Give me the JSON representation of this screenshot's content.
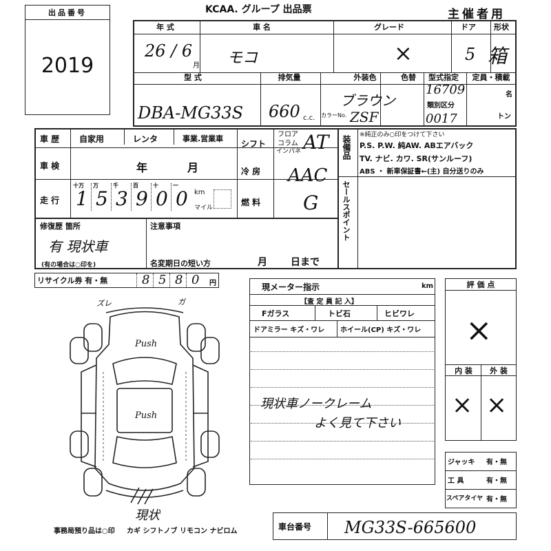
{
  "header": {
    "lot_label": "出品番号",
    "lot_number": "2019",
    "title": "KCAA. グループ 出品票",
    "organizer_label": "主催者用"
  },
  "vehicle": {
    "year_label": "年 式",
    "year_value": "26 / 6",
    "month_unit": "月",
    "name_label": "車 名",
    "name_value": "モコ",
    "grade_label": "グレード",
    "grade_value": "×",
    "door_label": "ドア",
    "door_value": "5",
    "shape_label": "形状",
    "shape_value": "箱",
    "model_label": "型 式",
    "model_value": "DBA-MG33S",
    "disp_label": "排気量",
    "disp_value": "660",
    "disp_unit": "c.c.",
    "exterior_label": "外装色",
    "exterior_value": "ブラウン",
    "color_no_label": "色替",
    "color_code_label": "カラーNo.",
    "color_code_value": "ZSF",
    "type_spec_label": "型式指定",
    "type_spec_value": "16709",
    "class_label": "類別区分",
    "class_value": "0017",
    "capacity_label": "定員・積載",
    "capacity_unit_person": "名",
    "capacity_unit_ton": "トン"
  },
  "history": {
    "label": "車 歴",
    "options": [
      "自家用",
      "レンタ",
      "事業.営業車"
    ],
    "inspection_label": "車 検",
    "inspection_year": "年",
    "inspection_month": "月",
    "mileage_label": "走 行",
    "digit_labels": [
      "十万",
      "万",
      "千",
      "百",
      "十",
      "一"
    ],
    "mileage_digits": [
      "1",
      "5",
      "3",
      "9",
      "0",
      "0"
    ],
    "km_label": "km",
    "mile_label": "マイル"
  },
  "shift": {
    "label": "シフト",
    "options": [
      "フロア",
      "コラム",
      "インパネ"
    ],
    "value": "AT",
    "ac_label": "冷 房",
    "ac_value": "AAC",
    "fuel_label": "燃 料",
    "fuel_value": "G"
  },
  "equipment": {
    "label": "装備品",
    "note": "※純正のみ○印をつけて下さい",
    "row1": "P.S. P.W. 純AW. ABエアバック",
    "row2": "TV. ナビ. カワ. SR(サンルーフ)",
    "row3": "ABS ・ 新車保証書←(主) 自分送りのみ"
  },
  "sales_point": {
    "label": "セールスポイント"
  },
  "repair": {
    "label": "修復歴 箇所",
    "value": "有 現状車",
    "sub": "(有の場合は○印を)",
    "caution_label": "注意事項",
    "deadline_label": "名変期日の短い方",
    "deadline_month": "月",
    "deadline_day": "日まで"
  },
  "recycle": {
    "label": "リサイクル券 有・無",
    "value": "8580",
    "unit": "円"
  },
  "meter": {
    "label": "現メーター指示",
    "unit": "km"
  },
  "inspector": {
    "title": "【査 定 員 記 入】",
    "fglass": "Fガラス",
    "tobiishi": "トビ石",
    "hibiware": "ヒビワレ",
    "mirror": "ドアミラー キズ・ワレ",
    "wheel": "ホイール(CP) キズ・ワレ",
    "comment1": "現状車ノークレーム",
    "comment2": "よく見て下さい"
  },
  "rating": {
    "label": "評 価 点",
    "score": "×",
    "interior_label": "内 装",
    "exterior_label": "外 装",
    "interior_value": "×",
    "exterior_value": "×"
  },
  "tools": {
    "jack": "ジャッキ",
    "tools": "工 具",
    "spare": "スペアタイヤ",
    "yesno": "有・無"
  },
  "diagram": {
    "note_tl": "ズレ",
    "note_tr": "ガ",
    "push1": "Push",
    "push2": "Push",
    "bottom_note": "現状"
  },
  "footer": {
    "office_note": "事務局預り品は○印",
    "items": "カギ シフトノブ リモコン ナビロム",
    "chassis_label": "車台番号",
    "chassis_value": "MG33S-665600"
  }
}
